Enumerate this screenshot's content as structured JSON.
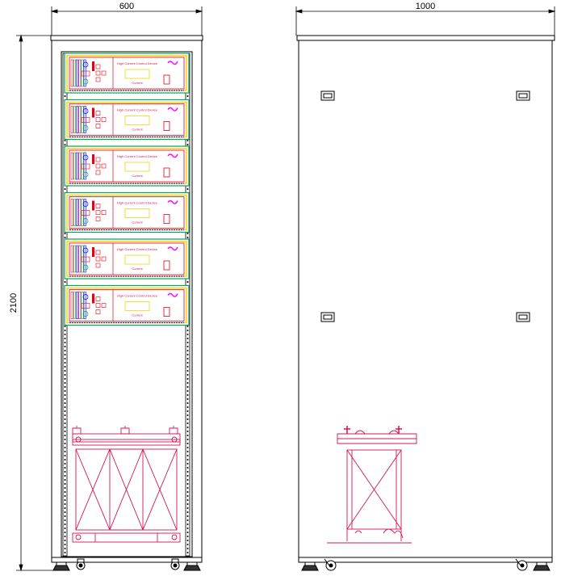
{
  "dimensions": {
    "front_width": "600",
    "side_depth": "1000",
    "height": "2100"
  },
  "modules": {
    "title": "High Current Control Device",
    "display_label": "Current",
    "count": 6
  },
  "colors": {
    "line": "#000000",
    "transformer": "#d4145a",
    "frame_green": "#00a651",
    "frame_yellow": "#f7d117",
    "module_red": "#e60012",
    "module_pink": "#ff00ff",
    "module_blue": "#0000ff"
  }
}
